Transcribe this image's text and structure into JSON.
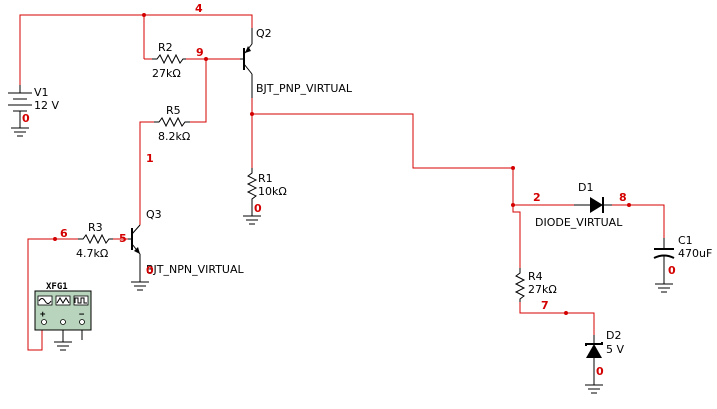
{
  "nodes": {
    "n4": "4",
    "n9": "9",
    "n1": "1",
    "n6": "6",
    "n5": "5",
    "n2": "2",
    "n8": "8",
    "n7": "7",
    "gv1": "0",
    "gr1": "0",
    "gq3": "0",
    "gc1": "0",
    "gd2": "0"
  },
  "components": {
    "v1": {
      "ref": "V1",
      "value": "12 V"
    },
    "r2": {
      "ref": "R2",
      "value": "27kΩ"
    },
    "r5": {
      "ref": "R5",
      "value": "8.2kΩ"
    },
    "q2": {
      "ref": "Q2",
      "model": "BJT_PNP_VIRTUAL"
    },
    "r1": {
      "ref": "R1",
      "value": "10kΩ"
    },
    "r3": {
      "ref": "R3",
      "value": "4.7kΩ"
    },
    "q3": {
      "ref": "Q3",
      "model": "BJT_NPN_VIRTUAL"
    },
    "xfg1": {
      "ref": "XFG1",
      "plus": "+",
      "minus": "−"
    },
    "d1": {
      "ref": "D1",
      "model": "DIODE_VIRTUAL"
    },
    "c1": {
      "ref": "C1",
      "value": "470uF"
    },
    "r4": {
      "ref": "R4",
      "value": "27kΩ"
    },
    "d2": {
      "ref": "D2",
      "value": "5 V"
    }
  },
  "colors": {
    "wire": "#d40000",
    "component": "#000000",
    "node_label": "#d40000",
    "instrument_bg": "#b8d4bc"
  }
}
